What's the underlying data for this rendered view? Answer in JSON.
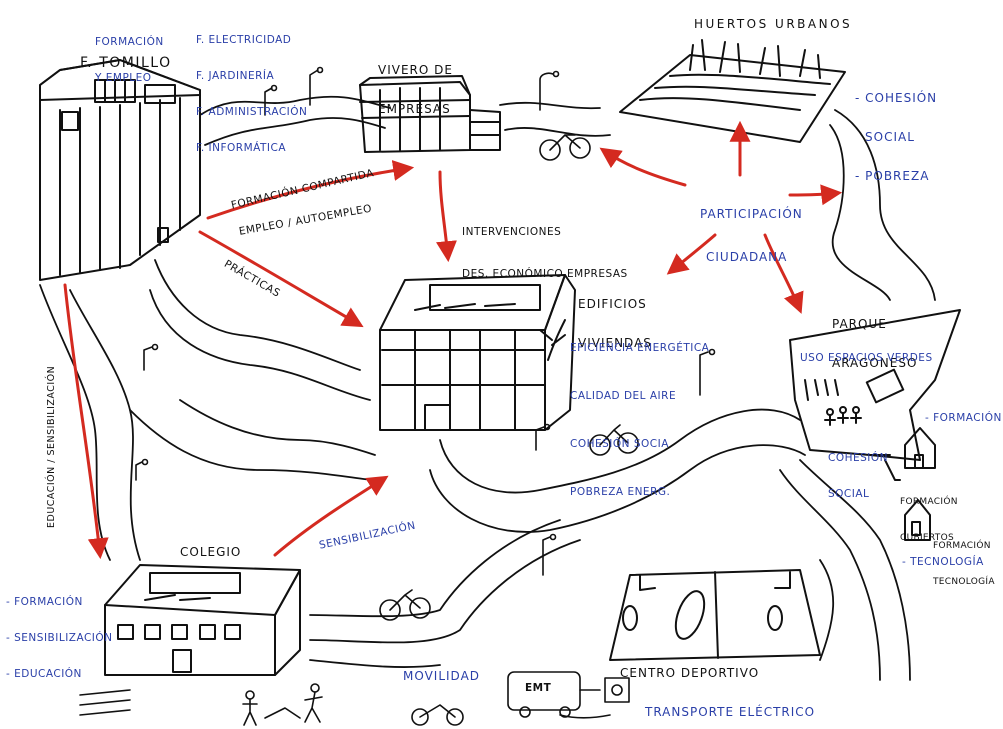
{
  "labels": {
    "tomillo": "F. TOMILLO",
    "formacion_empleo": [
      "FORMACIÓN",
      "Y EMPLEO"
    ],
    "tomillo_areas": [
      "F. ELECTRICIDAD",
      "F. JARDINERÍA",
      "F. ADMINISTRACIÓN",
      "F. INFORMÁTICA"
    ],
    "vivero": [
      "VIVERO DE",
      "EMPRESAS"
    ],
    "huertos": "HUERTOS URBANOS",
    "huertos_benefits": [
      "- COHESIÓN",
      "SOCIAL",
      "- POBREZA"
    ],
    "formacion_compartida": "FORMACIÓN COMPARTIDA",
    "empleo": "EMPLEO / AUTOEMPLEO",
    "intervenciones": [
      "INTERVENCIONES",
      "DES. ECONÓMICO EMPRESAS"
    ],
    "participacion": [
      "PARTICIPACIÓN",
      "CIUDADANA"
    ],
    "practicas": "PRÁCTICAS",
    "edificios": [
      "EDIFICIOS",
      "VIVIENDAS"
    ],
    "edificios_benefits": [
      "EFICIENCIA ENERGÉTICA",
      "CALIDAD DEL AIRE",
      "COHESIÓN SOCIA",
      "POBREZA ENERG."
    ],
    "parque": [
      "PARQUE",
      "ARAGONESO"
    ],
    "uso_espacios": "USO ESPACIOS VERDES",
    "cohesion_social": [
      "COHESIÓN",
      "SOCIAL"
    ],
    "formacion_right": "- FORMACIÓN",
    "formacion_cubiertos": [
      "FORMACIÓN",
      "CUBIERTOS"
    ],
    "formacion_tecnologia": [
      "FORMACIÓN",
      "TECNOLOGÍA"
    ],
    "tecnologia": "- TECNOLOGÍA",
    "educacion": "EDUCACIÓN / SENSIBILIZACIÓN",
    "colegio": "COLEGIO",
    "colegio_benefits": [
      "- FORMACIÓN",
      "- SENSIBILIZACIÓN",
      "- EDUCACIÓN"
    ],
    "sensibilizacion": "SENSIBILIZACIÓN",
    "movilidad": "MOVILIDAD",
    "centro": "CENTRO DEPORTIVO",
    "emt": "EMT",
    "transporte": "TRANSPORTE ELÉCTRICO"
  },
  "colors": {
    "ink": "#111111",
    "blue": "#2a3fa8",
    "arrow": "#d42a20"
  }
}
